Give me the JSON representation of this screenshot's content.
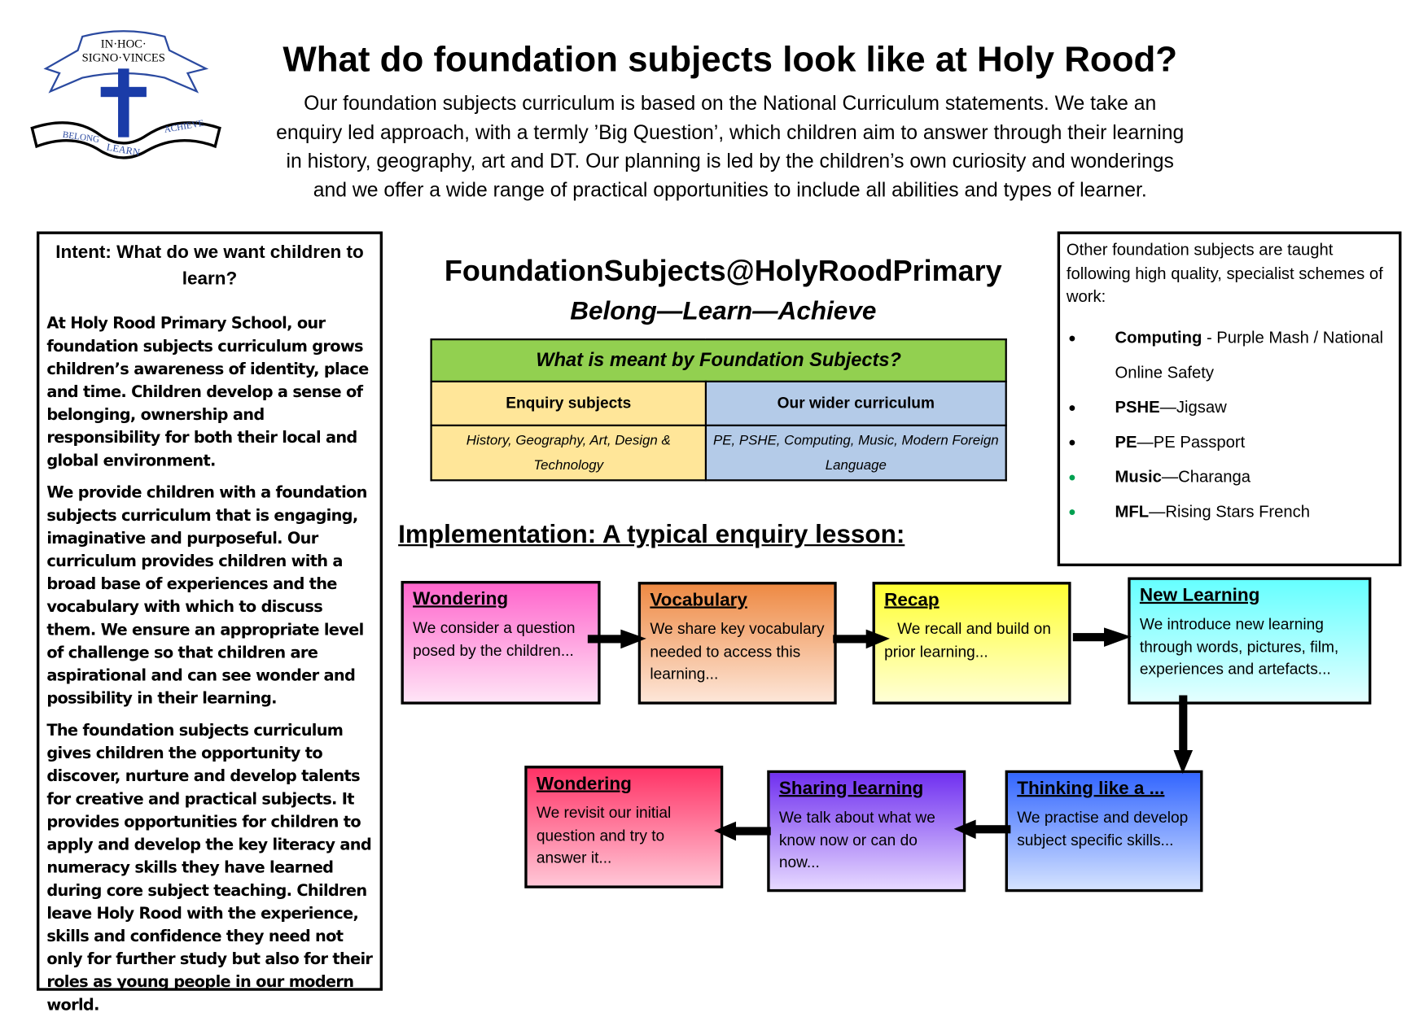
{
  "logo": {
    "motto_top": "IN·HOC· SIGNO·VINCES",
    "left": "BELONG",
    "center": "LEARN",
    "right": "ACHIEVE"
  },
  "header": {
    "title": "What do foundation subjects look like at Holy Rood?",
    "intro_lines": [
      "Our foundation subjects curriculum  is based on the National Curriculum statements. We take an",
      "enquiry led approach, with a termly ’Big Question’, which children aim to answer through their learning",
      "in history, geography, art and DT. Our planning is led by the children’s own curiosity and wonderings",
      "and we offer a wide range of practical opportunities to include all abilities and types of learner."
    ]
  },
  "intent": {
    "heading": "Intent: What do we want children to learn?",
    "paragraphs": [
      "At Holy Rood Primary School, our foundation subjects curriculum grows children’s awareness of identity, place and time. Children develop a sense of belonging, ownership and responsibility for both their local and global environment.",
      "We provide children with a foundation subjects curriculum that is engaging, imaginative and purposeful. Our curriculum provides children with a broad base of experiences and the vocabulary with which to discuss them. We ensure an appropriate level of challenge so that children are aspirational and can see wonder and possibility in their learning.",
      "The foundation subjects curriculum gives children the opportunity to discover, nurture and develop talents for creative and practical subjects. It provides opportunities for children to apply and develop the key literacy and numeracy skills they have learned during core subject teaching. Children leave Holy Rood with the experience, skills and confidence they need not only for further study but also for their roles as young people in our modern world."
    ]
  },
  "brand": {
    "handle": "FoundationSubjects@HolyRoodPrimary",
    "motto": "Belong—Learn—Achieve"
  },
  "table": {
    "title": "What is meant by Foundation Subjects?",
    "col1_header": "Enquiry subjects",
    "col2_header": "Our wider curriculum",
    "col1_body": "History, Geography, Art, Design & Technology",
    "col2_body": "PE, PSHE, Computing, Music, Modern Foreign Language"
  },
  "other": {
    "lead": "Other foundation subjects are taught following high quality, specialist schemes of work:",
    "items": [
      {
        "subject": "Computing",
        "scheme": " - Purple Mash / National Online Safety",
        "bullet_color": "#000000"
      },
      {
        "subject": "PSHE",
        "scheme": "—Jigsaw",
        "bullet_color": "#000000"
      },
      {
        "subject": "PE",
        "scheme": "—PE Passport",
        "bullet_color": "#000000"
      },
      {
        "subject": "Music",
        "scheme": "—Charanga",
        "bullet_color": "#00a050"
      },
      {
        "subject": "MFL",
        "scheme": "—Rising Stars French",
        "bullet_color": "#00a050"
      }
    ]
  },
  "implementation": {
    "heading": "Implementation: A typical enquiry lesson:",
    "steps": [
      {
        "title": "Wondering",
        "text": "We consider a question posed by the children...",
        "top": "#ff66cc",
        "bottom": "#ffe4f6"
      },
      {
        "title": "Vocabulary",
        "text": "We share key vocabulary needed to access this learning...",
        "top": "#ee8a44",
        "bottom": "#fde6d8"
      },
      {
        "title": "Recap",
        "text": "   We recall and build on prior learning...",
        "top": "#ffff33",
        "bottom": "#ffffd6"
      },
      {
        "title": "New Learning",
        "text": "We introduce new learning through words, pictures, film, experiences and artefacts...",
        "top": "#66ffff",
        "bottom": "#e4ffff"
      },
      {
        "title": "Thinking like a ...",
        "text": "We practise and develop subject specific skills...",
        "top": "#3366ff",
        "bottom": "#d4e2ff"
      },
      {
        "title": "Sharing learning",
        "text": "We talk about what we know now or can do now...",
        "top": "#7030f0",
        "bottom": "#e6d8ff"
      },
      {
        "title": "Wondering",
        "text": "We revisit our initial question and try to answer it...",
        "top": "#ff3366",
        "bottom": "#ffc6d6"
      }
    ]
  }
}
